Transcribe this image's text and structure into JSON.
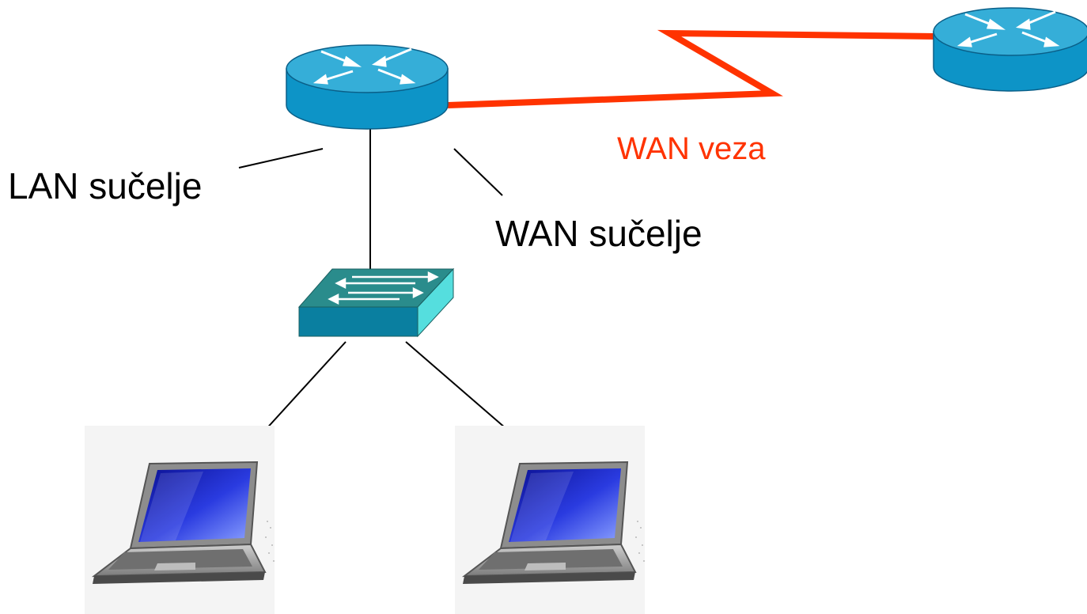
{
  "labels": {
    "lan_interface": "LAN sučelje",
    "wan_interface": "WAN sučelje",
    "wan_link": "WAN veza"
  },
  "colors": {
    "wan_link": "#ff3300",
    "router_top": "#35aed8",
    "router_side": "#0d94c7",
    "switch_top": "#2a8c8c",
    "switch_front": "#0a7fa0",
    "switch_side": "#55dede",
    "laptop_screen": "#1a1fb8",
    "laptop_body": "#9a9a9a",
    "laptop_bg": "#f4f4f4"
  },
  "icons": {
    "router_main": "router-icon",
    "router_remote": "router-icon",
    "switch": "switch-icon",
    "laptop_left": "laptop-icon",
    "laptop_right": "laptop-icon"
  }
}
